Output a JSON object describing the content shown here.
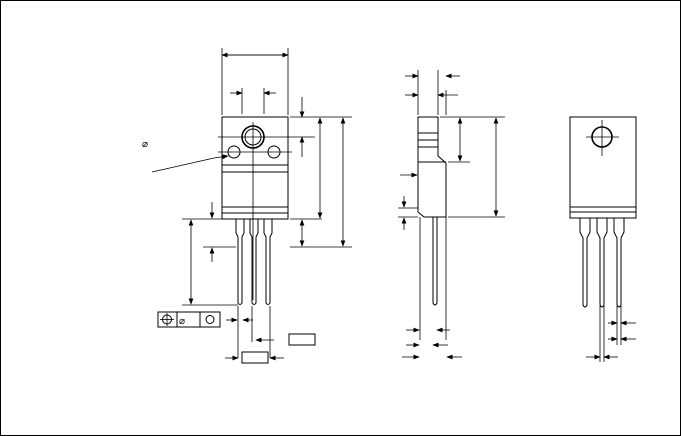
{
  "drawing": {
    "diameter_symbol": "⌀",
    "tolerance_symbol": "⌖",
    "tolerance_diameter_symbol": "⌀"
  },
  "views": [
    "front-view",
    "side-view",
    "back-view"
  ]
}
